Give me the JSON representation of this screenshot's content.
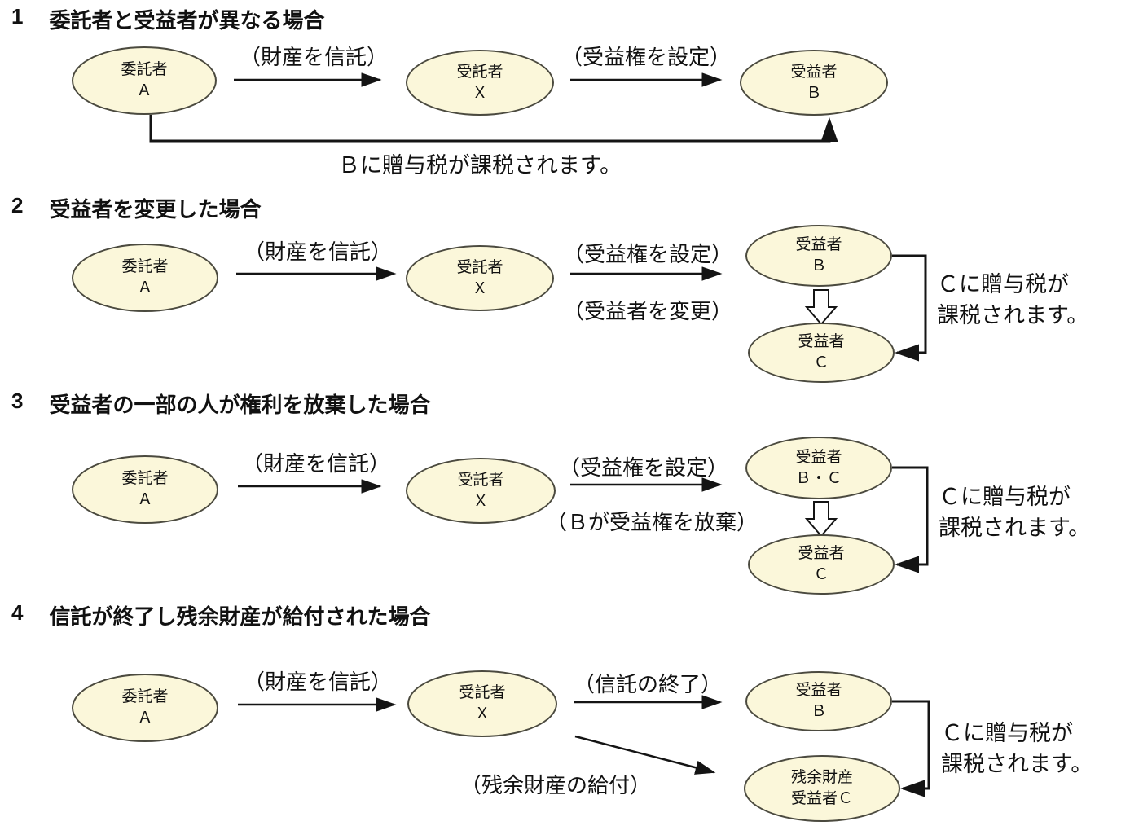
{
  "colors": {
    "ellipse_fill": "#fbf7da",
    "ellipse_border": "#4b4a3f",
    "line_color": "#141414",
    "background": "#ffffff"
  },
  "sections": [
    {
      "number": "1",
      "title": "委託者と受益者が異なる場合",
      "settlor": {
        "line1": "委託者",
        "line2": "Ａ"
      },
      "trustee": {
        "line1": "受託者",
        "line2": "Ｘ"
      },
      "beneficiary": {
        "line1": "受益者",
        "line2": "Ｂ"
      },
      "label_entrust": "（財産を信託）",
      "label_right": "（受益権を設定）",
      "note": "Ｂに贈与税が課税されます。"
    },
    {
      "number": "2",
      "title": "受益者を変更した場合",
      "settlor": {
        "line1": "委託者",
        "line2": "Ａ"
      },
      "trustee": {
        "line1": "受託者",
        "line2": "Ｘ"
      },
      "beneficiary_top": {
        "line1": "受益者",
        "line2": "Ｂ"
      },
      "beneficiary_bottom": {
        "line1": "受益者",
        "line2": "Ｃ"
      },
      "label_entrust": "（財産を信託）",
      "label_right_top": "（受益権を設定）",
      "label_right_bottom": "（受益者を変更）",
      "note_line1": "Ｃに贈与税が",
      "note_line2": "課税されます。"
    },
    {
      "number": "3",
      "title": "受益者の一部の人が権利を放棄した場合",
      "settlor": {
        "line1": "委託者",
        "line2": "Ａ"
      },
      "trustee": {
        "line1": "受託者",
        "line2": "Ｘ"
      },
      "beneficiary_top": {
        "line1": "受益者",
        "line2": "Ｂ・Ｃ"
      },
      "beneficiary_bottom": {
        "line1": "受益者",
        "line2": "Ｃ"
      },
      "label_entrust": "（財産を信託）",
      "label_right_top": "（受益権を設定）",
      "label_right_bottom": "（Ｂが受益権を放棄）",
      "note_line1": "Ｃに贈与税が",
      "note_line2": "課税されます。"
    },
    {
      "number": "4",
      "title": "信託が終了し残余財産が給付された場合",
      "settlor": {
        "line1": "委託者",
        "line2": "Ａ"
      },
      "trustee": {
        "line1": "受託者",
        "line2": "Ｘ"
      },
      "beneficiary_top": {
        "line1": "受益者",
        "line2": "Ｂ"
      },
      "beneficiary_bottom": {
        "line1": "残余財産",
        "line2": "受益者Ｃ"
      },
      "label_entrust": "（財産を信託）",
      "label_right_top": "（信託の終了）",
      "label_diagonal": "（残余財産の給付）",
      "note_line1": "Ｃに贈与税が",
      "note_line2": "課税されます。"
    }
  ]
}
